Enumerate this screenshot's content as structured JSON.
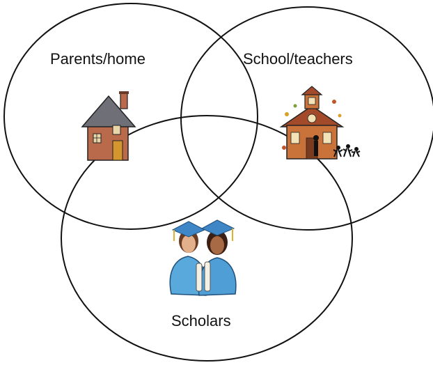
{
  "diagram": {
    "title": "",
    "sets": [
      {
        "label": "Parents/home",
        "icon": "house-icon"
      },
      {
        "label": "School/teachers",
        "icon": "schoolhouse-icon"
      },
      {
        "label": "Scholars",
        "icon": "graduates-icon"
      }
    ]
  },
  "colors": {
    "outline": "#111111",
    "house_wall": "#b86a4b",
    "house_roof": "#6f6f78",
    "school_wall": "#c9733a",
    "school_roof": "#a34a2a",
    "gown": "#5aa9dd",
    "cap": "#3f86c6"
  }
}
